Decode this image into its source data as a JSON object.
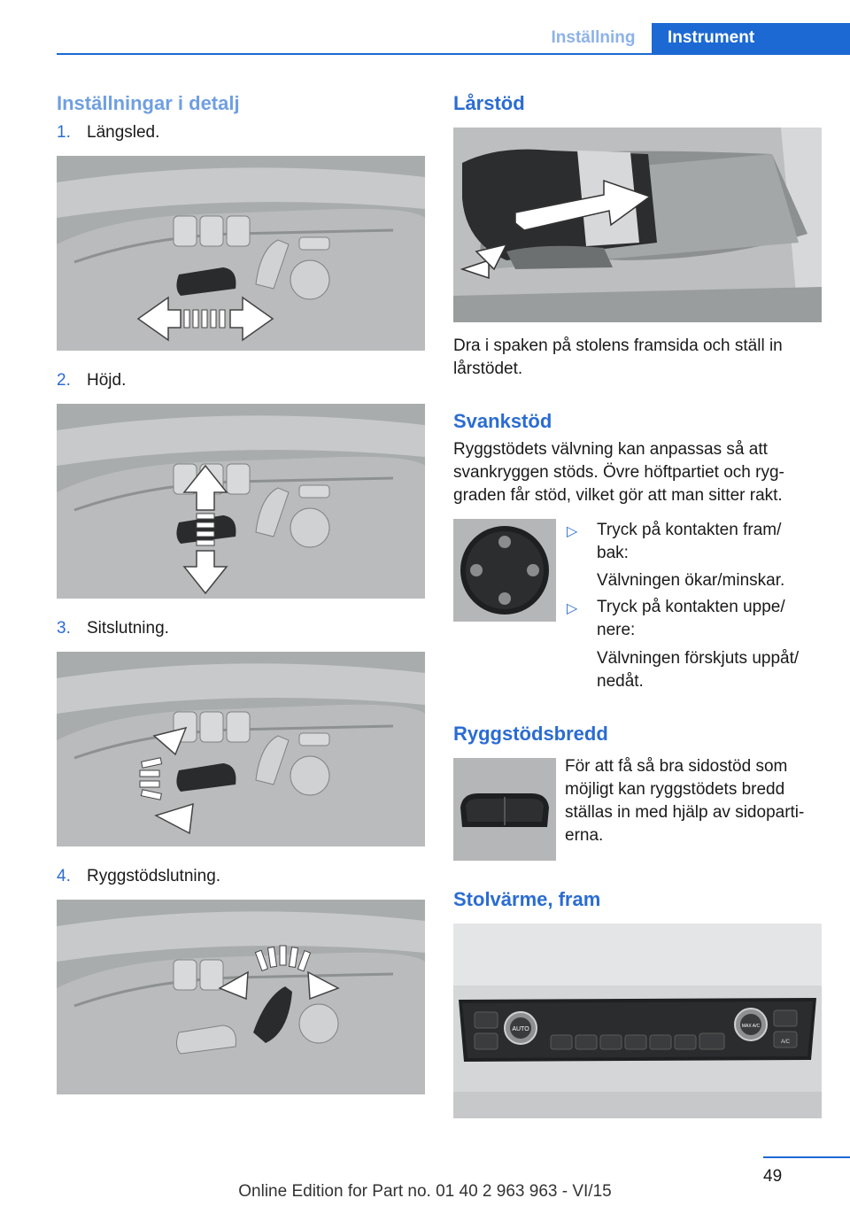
{
  "header": {
    "tab_inactive": "Inställning",
    "tab_active": "Instrument"
  },
  "left": {
    "heading": "Inställningar i detalj",
    "items": [
      {
        "num": "1.",
        "label": "Längsled."
      },
      {
        "num": "2.",
        "label": "Höjd."
      },
      {
        "num": "3.",
        "label": "Sitslutning."
      },
      {
        "num": "4.",
        "label": "Ryggstödslutning."
      }
    ]
  },
  "right": {
    "larstod": {
      "heading": "Lårstöd",
      "text_1": "Dra i spaken på stolens framsida och ställ in",
      "text_2": "lårstödet."
    },
    "svankstod": {
      "heading": "Svankstöd",
      "text": [
        "Ryggstödets välvning kan anpassas så att",
        "svankryggen stöds. Övre höftpartiet och ryg‐",
        "graden får stöd, vilket gör att man sitter rakt."
      ],
      "bullets": [
        {
          "line1": "Tryck på kontakten fram/",
          "line2": "bak:",
          "result": "Välvningen ökar/minskar."
        },
        {
          "line1": "Tryck på kontakten uppe/",
          "line2": "nere:",
          "result1": "Välvningen förskjuts uppåt/",
          "result2": "nedåt."
        }
      ]
    },
    "ryggstodsbredd": {
      "heading": "Ryggstödsbredd",
      "text": [
        "För att få så bra sidostöd som",
        "möjligt kan ryggstödets bredd",
        "ställas in med hjälp av sidoparti‐",
        "erna."
      ]
    },
    "stolvarme": {
      "heading": "Stolvärme, fram",
      "buttons": {
        "auto": "AUTO",
        "max_ac": "MAX A/C",
        "ac": "A/C"
      }
    }
  },
  "footer": {
    "page_number": "49",
    "edition": "Online Edition for Part no. 01 40 2 963 963 - VI/15"
  }
}
